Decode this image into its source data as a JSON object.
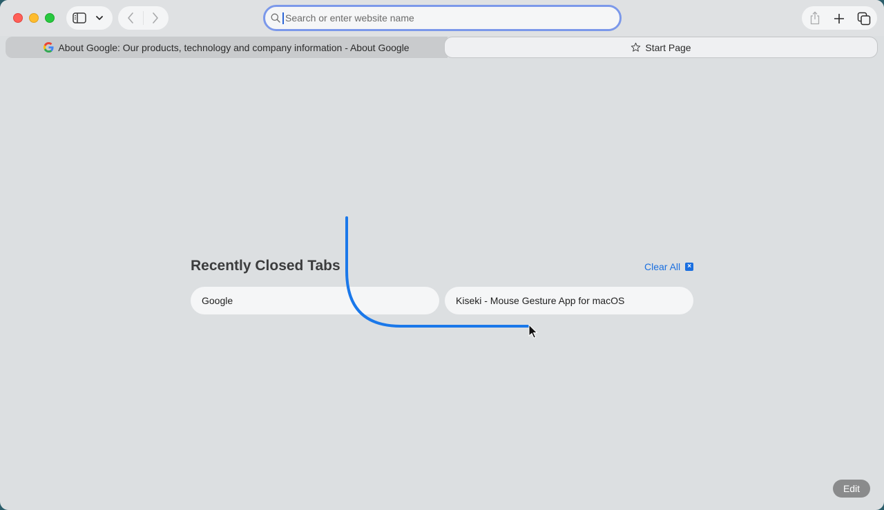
{
  "window": {
    "traffic_lights": {
      "close": "#ff5f57",
      "minimize": "#febc2e",
      "maximize": "#28c840"
    }
  },
  "toolbar": {
    "sidebar_icon": "sidebar-icon",
    "sidebar_menu_icon": "chevron-down-icon",
    "back_icon": "chevron-left-icon",
    "forward_icon": "chevron-right-icon",
    "share_icon": "share-icon",
    "new_tab_icon": "plus-icon",
    "tab_overview_icon": "tab-overview-icon"
  },
  "search": {
    "placeholder": "Search or enter website name",
    "value": "",
    "icon": "magnifier-icon",
    "focus_color": "#7b98ea"
  },
  "tabs": [
    {
      "label": "About Google: Our products, technology and company information - About Google",
      "icon": "google-favicon",
      "active": false
    },
    {
      "label": "Start Page",
      "icon": "star-icon",
      "active": true
    }
  ],
  "main": {
    "section_title": "Recently Closed Tabs",
    "clear_all_label": "Clear All",
    "clear_all_icon": "x-box-icon",
    "accent": "#1a6fe0",
    "closed_tabs": [
      {
        "label": "Google"
      },
      {
        "label": "Kiseki - Mouse Gesture App for macOS"
      }
    ]
  },
  "gesture_trail": {
    "color": "#1a78ea"
  },
  "footer": {
    "edit_label": "Edit"
  }
}
